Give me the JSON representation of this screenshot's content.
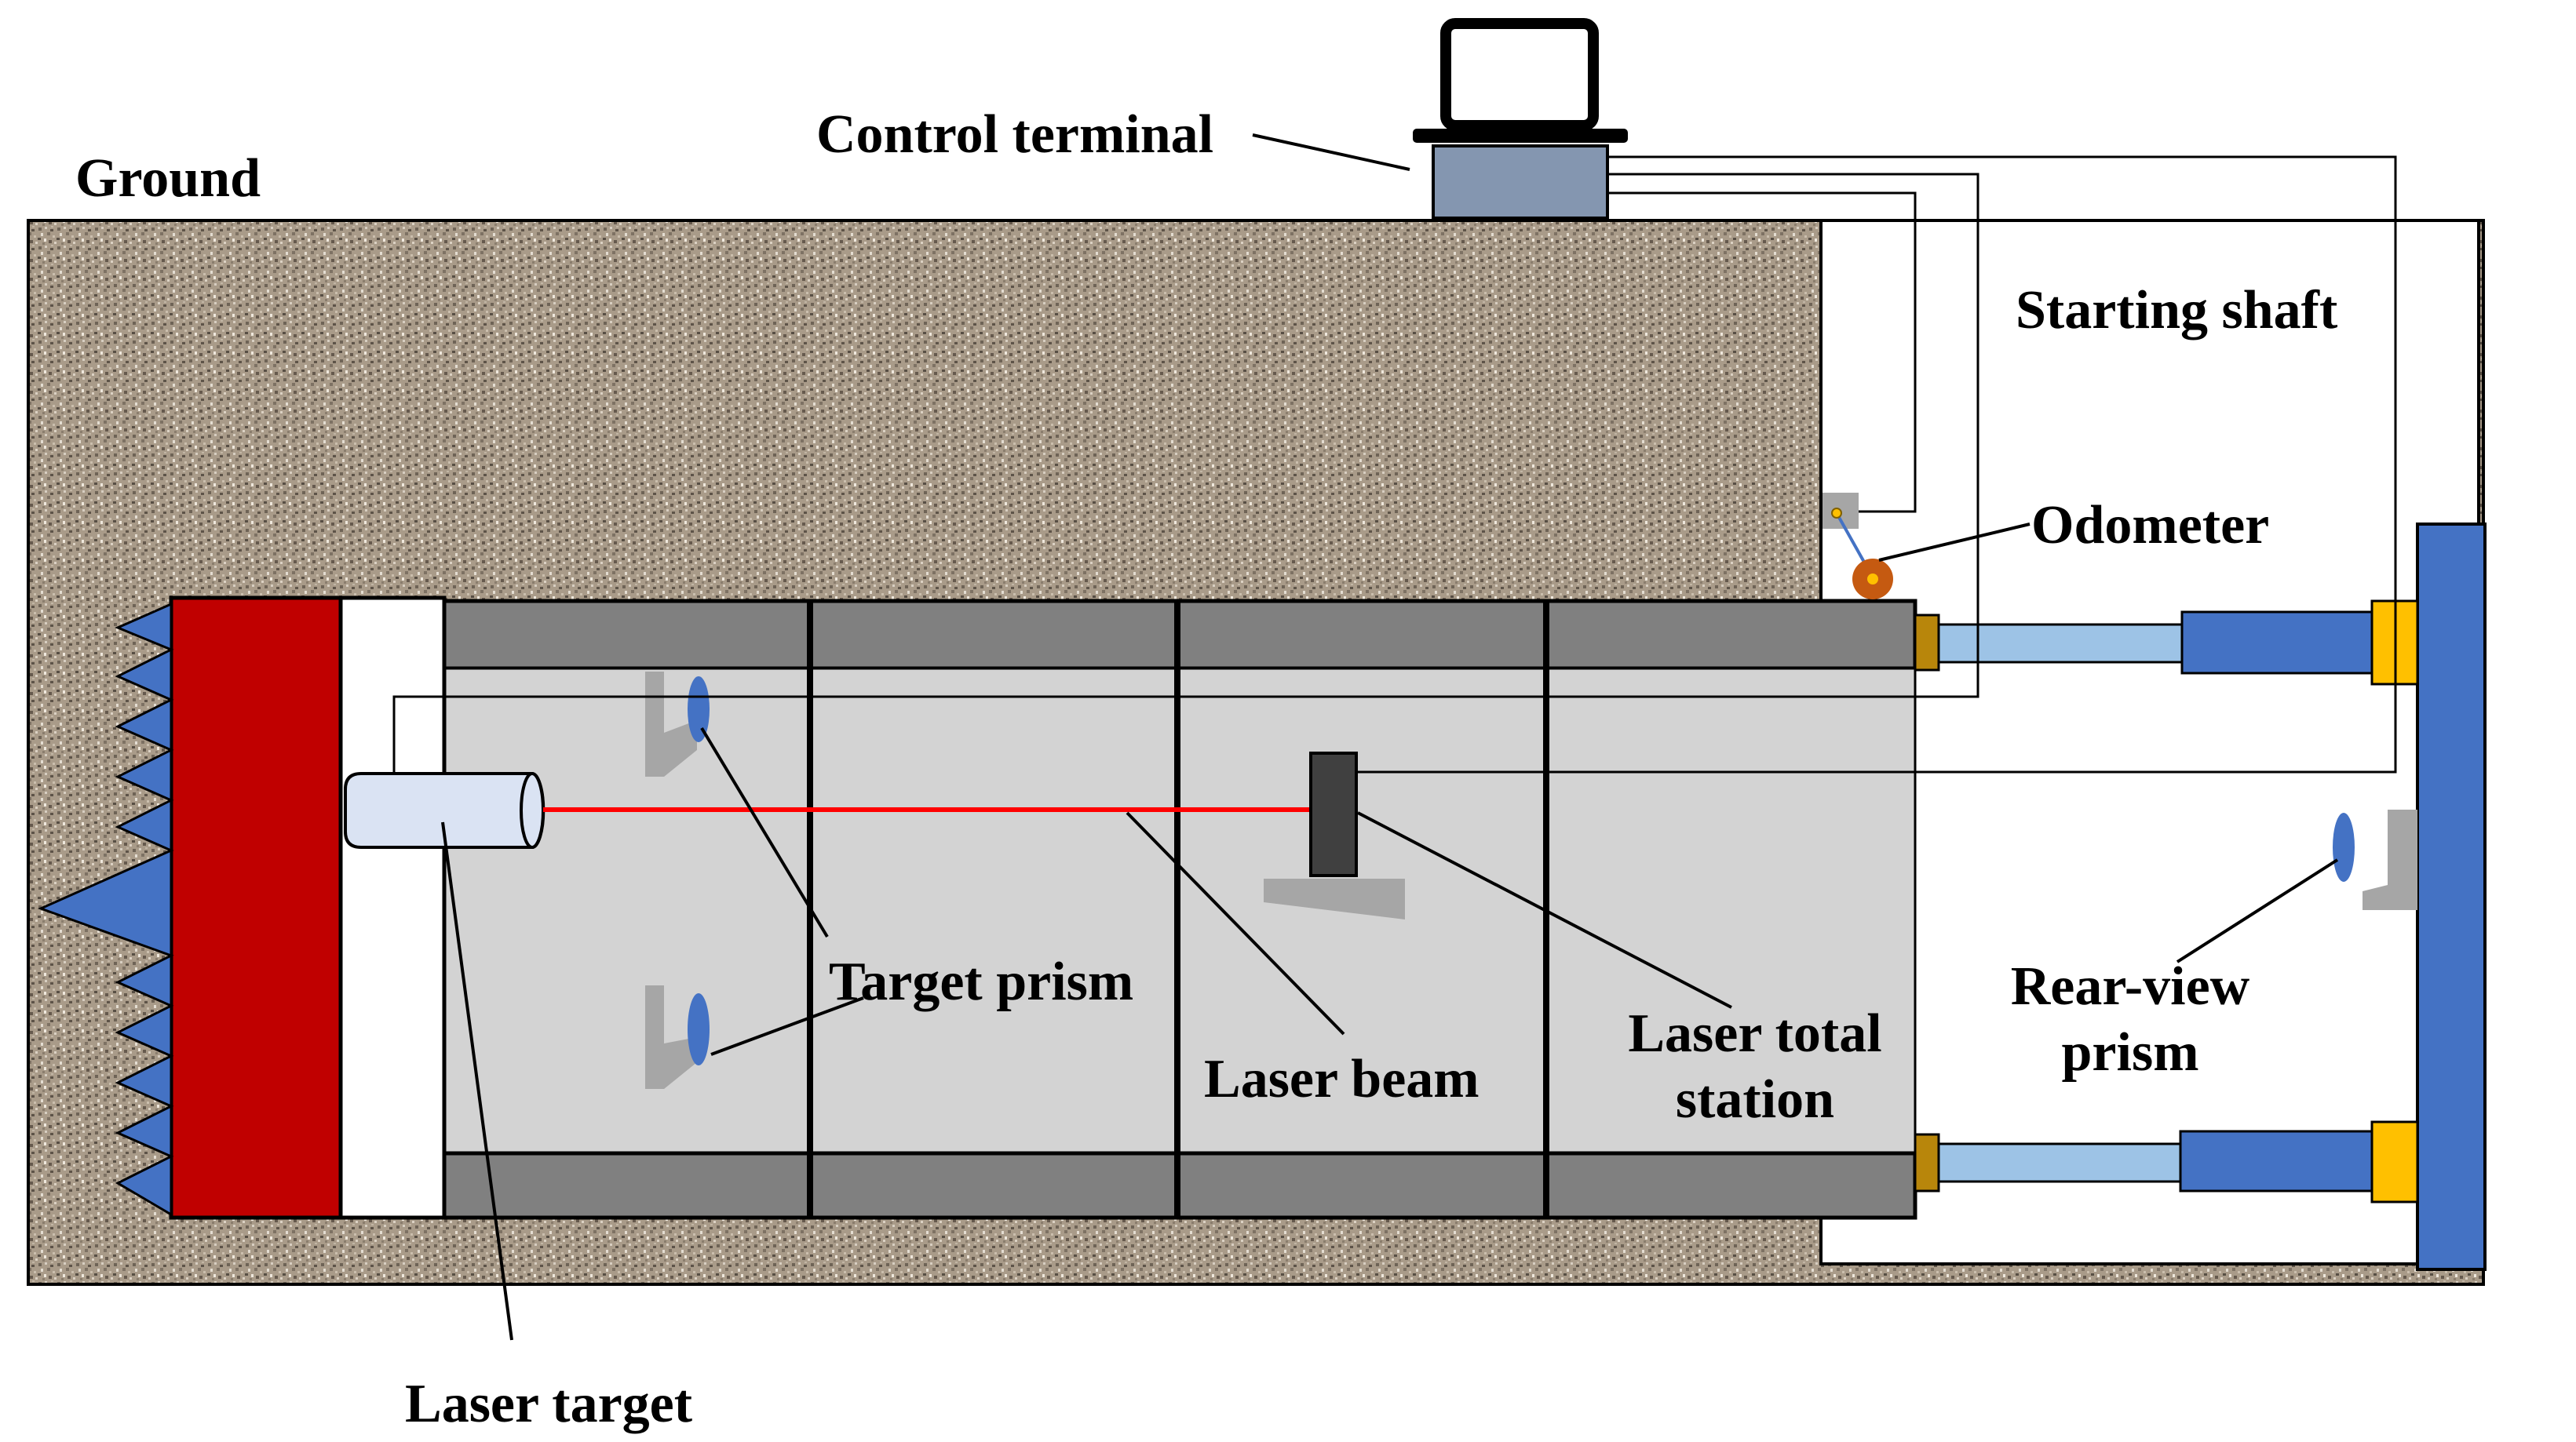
{
  "labels": {
    "ground": "Ground",
    "control_terminal": "Control terminal",
    "starting_shaft": "Starting  shaft",
    "odometer": "Odometer",
    "target_prism": "Target prism",
    "laser_beam": "Laser beam",
    "laser_total_station_line1": "Laser total",
    "laser_total_station_line2": "station",
    "rear_view_prism_line1": "Rear-view",
    "rear_view_prism_line2": "prism",
    "laser_target": "Laser target"
  },
  "colors": {
    "soil": "#a89a88",
    "cutter_head": "#c00000",
    "cutter_teeth": "#4472c4",
    "pipe_wall": "#808080",
    "pipe_interior": "#d3d3d3",
    "laser_beam": "#ff0000",
    "laser_target": "#dae3f3",
    "jack_rod": "#9dc3e6",
    "jack_cylinder": "#4472c4",
    "jack_mount": "#ffc000",
    "prism": "#4472c4",
    "terminal_base": "#8496b0",
    "odometer": "#c55a11"
  }
}
